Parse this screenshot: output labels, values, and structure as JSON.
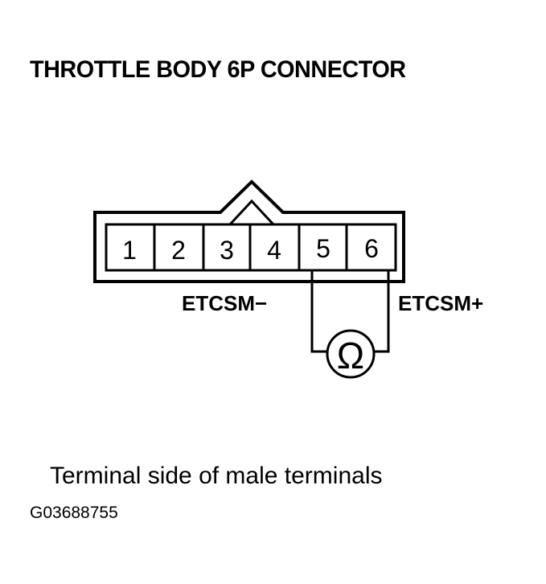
{
  "title": "THROTTLE BODY 6P CONNECTOR",
  "connector": {
    "pins": [
      "1",
      "2",
      "3",
      "4",
      "5",
      "6"
    ]
  },
  "labels": {
    "etcsm_minus": "ETCSM−",
    "etcsm_plus": "ETCSM+"
  },
  "meter": {
    "symbol": "Ω"
  },
  "caption": "Terminal side of male terminals",
  "figure_id": "G03688755"
}
